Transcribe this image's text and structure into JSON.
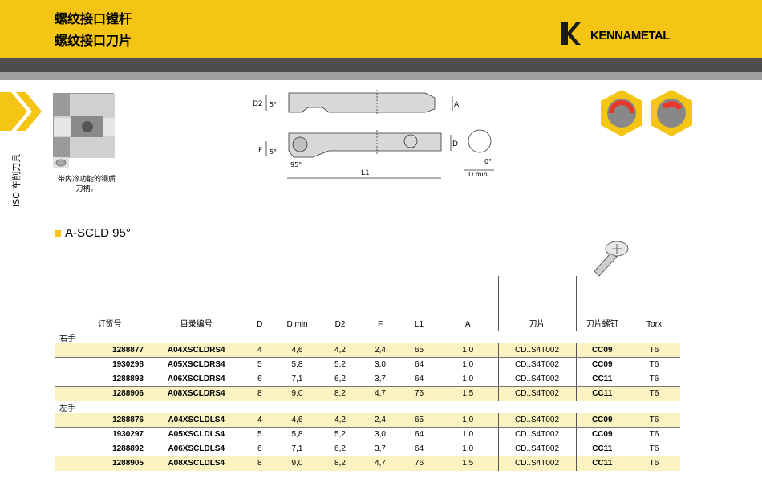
{
  "header": {
    "title_line1": "螺纹接口镗杆",
    "title_line2": "螺纹接口刀片",
    "brand": "KENNAMETAL",
    "brand_color": "#f4c514"
  },
  "sidebar": {
    "label": "ISO 车削刀具"
  },
  "figure": {
    "caption_line1": "带内冷功能的钢质",
    "caption_line2": "刀柄。",
    "dims": {
      "d2": "D2",
      "f": "F",
      "angle5a": "5°",
      "angle5b": "5°",
      "angle95": "95°",
      "a": "A",
      "d": "D",
      "l1": "L1",
      "zero": "0°",
      "dmin": "D min"
    }
  },
  "section": {
    "title": "A-SCLD 95°"
  },
  "table": {
    "columns": [
      "订货号",
      "目录编号",
      "D",
      "D min",
      "D2",
      "F",
      "L1",
      "A",
      "刀片",
      "刀片螺钉",
      "Torx"
    ],
    "groups": [
      {
        "label": "右手",
        "rows": [
          [
            "1288877",
            "A04XSCLDRS4",
            "4",
            "4,6",
            "4,2",
            "2,4",
            "65",
            "1,0",
            "CD..S4T002",
            "CC09",
            "T6"
          ],
          [
            "1930298",
            "A05XSCLDRS4",
            "5",
            "5,8",
            "5,2",
            "3,0",
            "64",
            "1,0",
            "CD..S4T002",
            "CC09",
            "T6"
          ],
          [
            "1288893",
            "A06XSCLDRS4",
            "6",
            "7,1",
            "6,2",
            "3,7",
            "64",
            "1,0",
            "CD..S4T002",
            "CC11",
            "T6"
          ],
          [
            "1288906",
            "A08XSCLDRS4",
            "8",
            "9,0",
            "8,2",
            "4,7",
            "76",
            "1,5",
            "CD..S4T002",
            "CC11",
            "T6"
          ]
        ]
      },
      {
        "label": "左手",
        "rows": [
          [
            "1288876",
            "A04XSCLDLS4",
            "4",
            "4,6",
            "4,2",
            "2,4",
            "65",
            "1,0",
            "CD..S4T002",
            "CC09",
            "T6"
          ],
          [
            "1930297",
            "A05XSCLDLS4",
            "5",
            "5,8",
            "5,2",
            "3,0",
            "64",
            "1,0",
            "CD..S4T002",
            "CC09",
            "T6"
          ],
          [
            "1288892",
            "A06XSCLDLS4",
            "6",
            "7,1",
            "6,2",
            "3,7",
            "64",
            "1,0",
            "CD..S4T002",
            "CC11",
            "T6"
          ],
          [
            "1288905",
            "A08XSCLDLS4",
            "8",
            "9,0",
            "8,2",
            "4,7",
            "76",
            "1,5",
            "CD..S4T002",
            "CC11",
            "T6"
          ]
        ]
      }
    ]
  }
}
